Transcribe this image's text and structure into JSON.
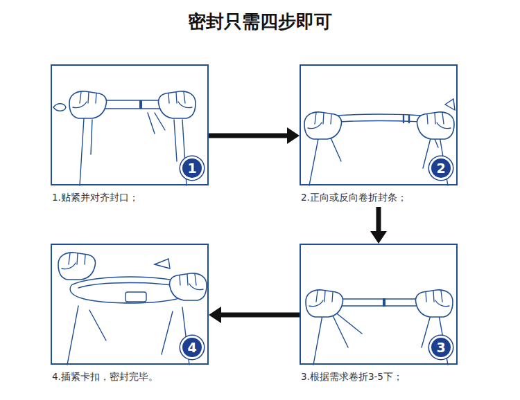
{
  "diagram": {
    "title": "密封只需四步即可",
    "nodes": [
      {
        "text": [
          "1.贴紧并对齐封口；"
        ]
      },
      {
        "text": [
          "1"
        ],
        "in": 0
      },
      {
        "text": [
          "2.正向或反向卷折封条；"
        ]
      },
      {
        "text": [
          "2"
        ],
        "in": 2
      },
      {
        "text": [
          "3.根据需求卷折3-5下；"
        ]
      },
      {
        "text": [
          "3"
        ],
        "in": 4
      },
      {
        "text": [
          "4.插紧卡扣，密封完毕。"
        ]
      },
      {
        "text": [
          "4"
        ],
        "in": 6
      }
    ],
    "edges": [
      {
        "from": 0,
        "to": 2,
        "arrow": "to"
      },
      {
        "from": 2,
        "to": 4,
        "arrow": "to"
      },
      {
        "from": 4,
        "to": 6,
        "arrow": "to"
      }
    ]
  }
}
